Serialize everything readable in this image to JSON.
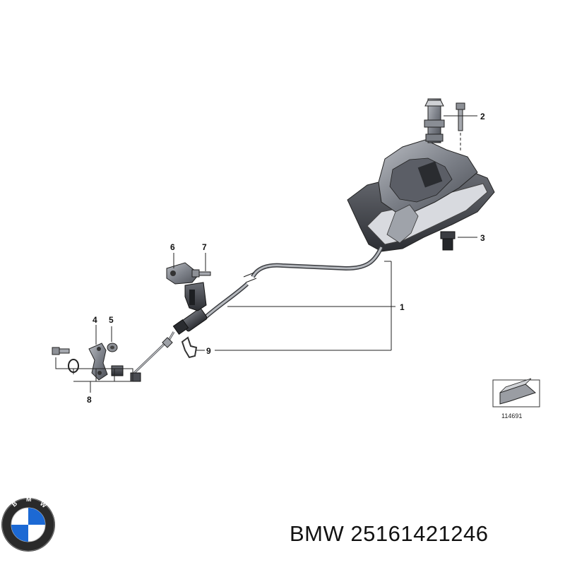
{
  "diagram": {
    "callouts": [
      {
        "id": "1",
        "label": "1"
      },
      {
        "id": "2",
        "label": "2"
      },
      {
        "id": "3",
        "label": "3"
      },
      {
        "id": "4",
        "label": "4"
      },
      {
        "id": "5",
        "label": "5"
      },
      {
        "id": "6",
        "label": "6"
      },
      {
        "id": "7",
        "label": "7"
      },
      {
        "id": "8",
        "label": "8"
      },
      {
        "id": "9",
        "label": "9"
      }
    ],
    "reference_number": "114691"
  },
  "caption": {
    "brand": "BMW",
    "part_number": "25161421246",
    "text": "BMW 25161421246"
  },
  "logo": {
    "lettering": "BMW",
    "colors": {
      "ring": "#1a1a1a",
      "blue": "#1c69d4",
      "white": "#ffffff"
    }
  }
}
